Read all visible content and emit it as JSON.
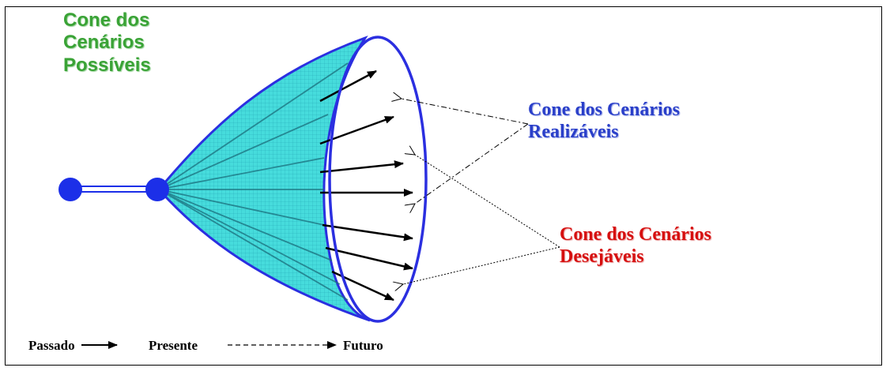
{
  "labels": {
    "possiveis": [
      "Cone dos",
      "Cenários",
      "Possíveis"
    ],
    "realizaveis": [
      "Cone dos Cenários",
      "Realizáveis"
    ],
    "desejaveis": [
      "Cone dos Cenários",
      "Desejáveis"
    ]
  },
  "timeline": {
    "past": "Passado",
    "present": "Presente",
    "future": "Futuro"
  },
  "colors": {
    "cone_fill": "#44dede",
    "cone_stroke": "#2b2fe0",
    "nodes": "#1c2fe8",
    "possiveis_text": "#3aa336",
    "realizaveis_text": "#2a3fc9",
    "desejaveis_text": "#d60f0f"
  }
}
